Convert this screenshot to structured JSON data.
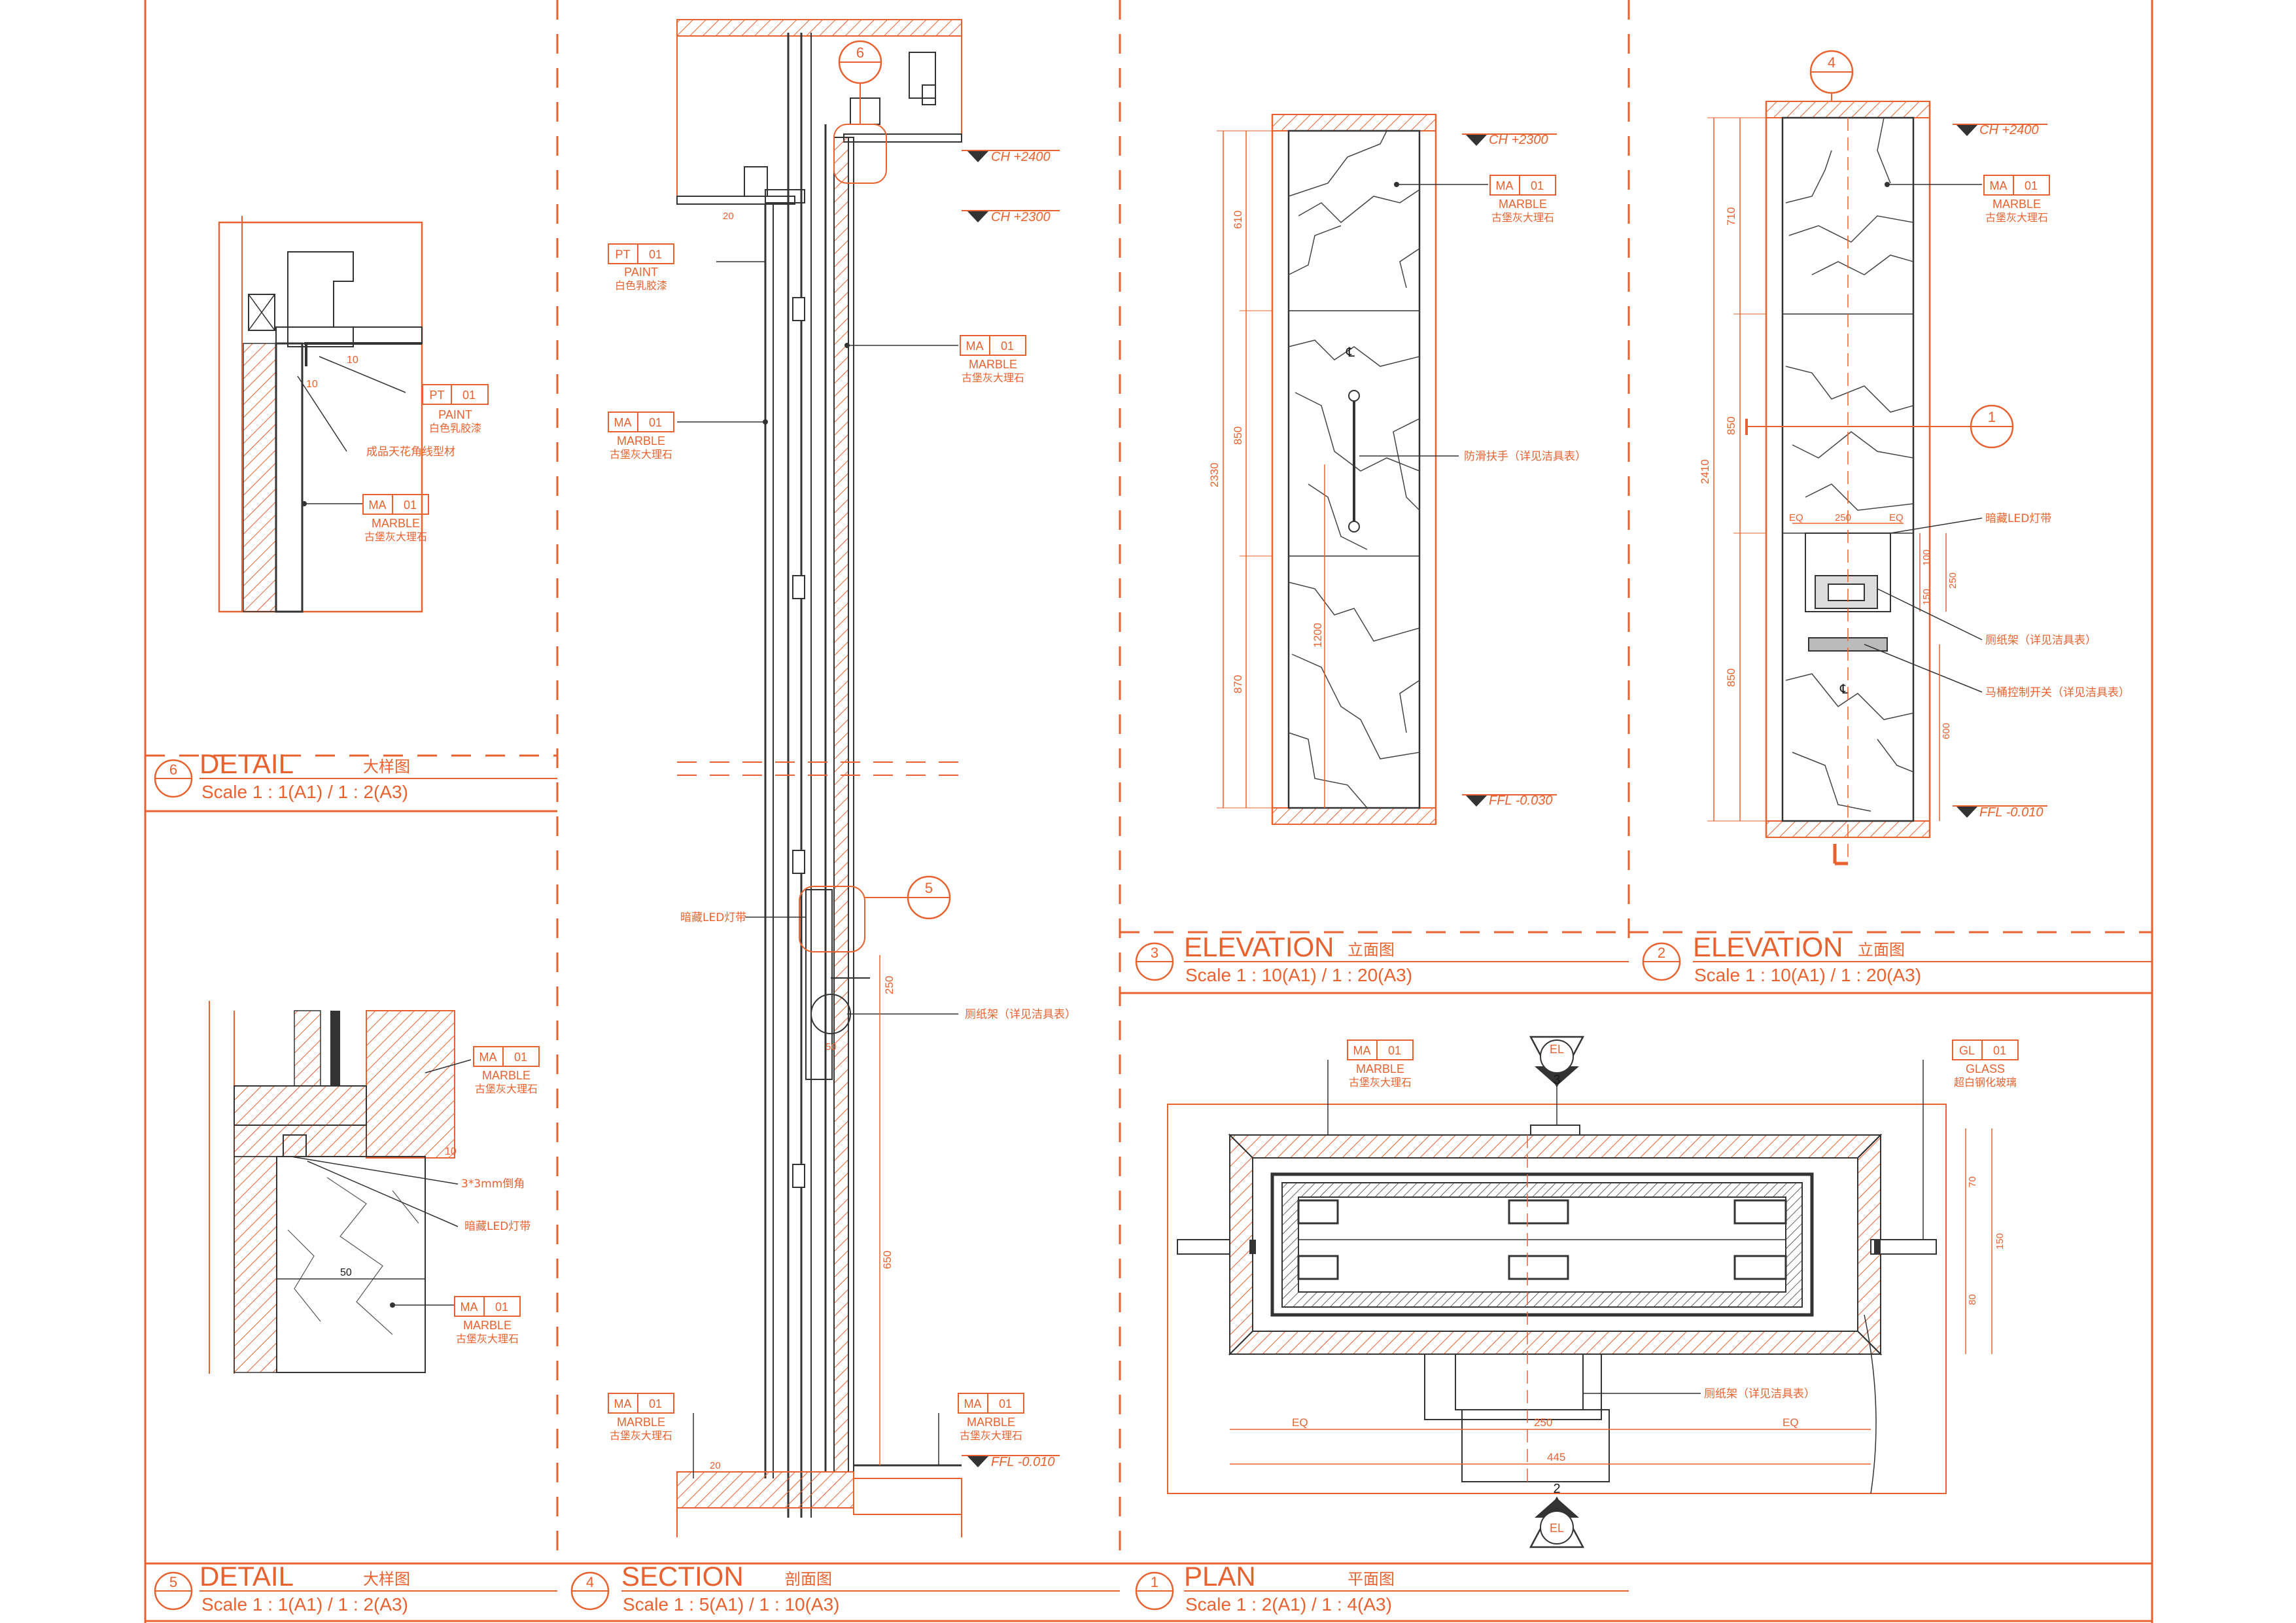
{
  "colors": {
    "accent": "#e8622f",
    "ink": "#1a1a1a",
    "paper": "#ffffff"
  },
  "levels": {
    "ch2400": "CH +2400",
    "ch2300": "CH +2300",
    "ffl010": "FFL -0.010",
    "ffl030": "FFL -0.030"
  },
  "tags": {
    "ma": {
      "code": "MA",
      "no": "01",
      "en": "MARBLE",
      "cn": "古堡灰大理石"
    },
    "pt": {
      "code": "PT",
      "no": "01",
      "en": "PAINT",
      "cn": "白色乳胶漆"
    },
    "gl": {
      "code": "GL",
      "no": "01",
      "en": "GLASS",
      "cn": "超白钢化玻璃"
    }
  },
  "notes": {
    "led": "暗藏LED灯带",
    "holder": "厕纸架（详见洁具表）",
    "switch": "马桶控制开关（详见洁具表）",
    "grab": "防滑扶手（详见洁具表）",
    "molding": "成品天花角线型材",
    "chamfer": "3*3mm倒角"
  },
  "callouts": {
    "c6": "6",
    "c5": "5",
    "c4": "4",
    "c1": "1",
    "el": "EL",
    "el3": "3",
    "el2": "2"
  },
  "dims": {
    "d10": "10",
    "d20": "20",
    "d50": "50",
    "d250": "250",
    "d610": "610",
    "d850": "850",
    "d2330": "2330",
    "d870": "870",
    "d1200": "1200",
    "d710": "710",
    "d2410": "2410",
    "d600": "600",
    "d100": "100",
    "d150": "150",
    "d650": "650",
    "d70": "70",
    "d80": "80",
    "d445": "445",
    "eq": "EQ"
  },
  "titles": [
    {
      "no": "6",
      "name": "DETAIL",
      "cn": "大样图",
      "scale": "Scale 1 : 1(A1) / 1 : 2(A3)"
    },
    {
      "no": "3",
      "name": "ELEVATION",
      "cn": "立面图",
      "scale": "Scale 1 : 10(A1) / 1 : 20(A3)"
    },
    {
      "no": "2",
      "name": "ELEVATION",
      "cn": "立面图",
      "scale": "Scale 1 : 10(A1) / 1 : 20(A3)"
    },
    {
      "no": "5",
      "name": "DETAIL",
      "cn": "大样图",
      "scale": "Scale 1 : 1(A1) / 1 : 2(A3)"
    },
    {
      "no": "4",
      "name": "SECTION",
      "cn": "剖面图",
      "scale": "Scale 1 : 5(A1) / 1 : 10(A3)"
    },
    {
      "no": "1",
      "name": "PLAN",
      "cn": "平面图",
      "scale": "Scale 1 : 2(A1) / 1 : 4(A3)"
    }
  ]
}
